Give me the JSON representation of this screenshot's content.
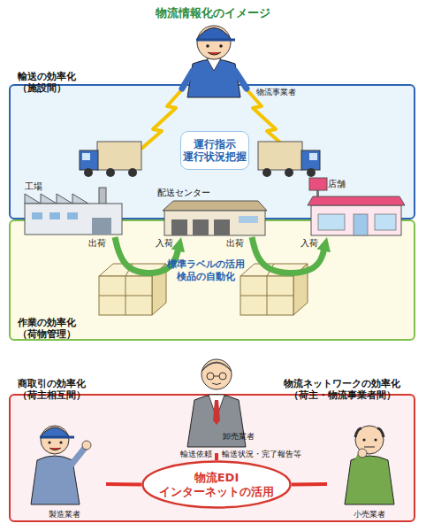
{
  "diagram": {
    "title": "物流情報化のイメージ",
    "nodes": [
      {
        "text": [
          "輸送の効率化 （施設間）"
        ]
      },
      {
        "text": [
          "物流事業者"
        ]
      },
      {
        "text": [
          "運行指示 運行状況把握"
        ],
        "in": 0
      },
      {
        "text": [
          "工場"
        ]
      },
      {
        "text": [
          "配送センター"
        ]
      },
      {
        "text": [
          "店舗"
        ]
      },
      {
        "text": [
          "作業の効率化 （荷物管理）"
        ]
      },
      {
        "text": [
          "商取引の効率化 （荷主相互間）",
          "物流ネットワークの効率化 （荷主・物流事業者間）"
        ]
      },
      {
        "text": [
          "卸売業者"
        ],
        "in": 7
      },
      {
        "text": [
          "製造業者"
        ],
        "in": 7
      },
      {
        "text": [
          "物流EDI インターネットの活用"
        ],
        "in": 7
      },
      {
        "text": [
          "小売業者"
        ],
        "in": 7
      }
    ],
    "edges": [
      {
        "from": 3,
        "to": 4,
        "arrow": "to"
      },
      {
        "from": 4,
        "to": 5,
        "arrow": "to"
      },
      {
        "from": 8,
        "to": 10,
        "arrow": "none"
      },
      {
        "from": 9,
        "to": 10,
        "arrow": "none"
      },
      {
        "from": 10,
        "to": 11,
        "arrow": "none"
      }
    ],
    "labels": [
      "出荷",
      "入荷",
      "出荷",
      "入荷",
      "標準ラベルの活用 検品の自動化",
      "輸送依頼",
      "輸送状況・完了報告等"
    ]
  }
}
